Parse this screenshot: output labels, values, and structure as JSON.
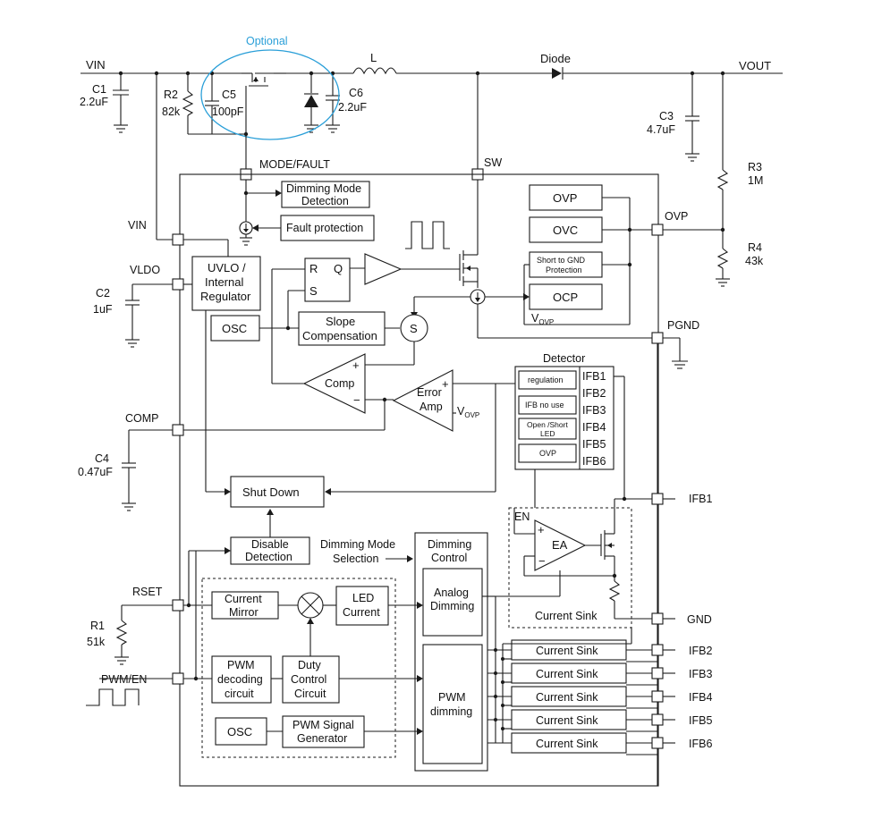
{
  "labels": {
    "optional": "Optional",
    "vin_top": "VIN",
    "c1": "C1",
    "c1_val": "2.2uF",
    "r2": "R2",
    "r2_val": "82k",
    "c5": "C5",
    "c5_val": "100pF",
    "c6": "C6",
    "c6_val": "2.2uF",
    "inductor": "L",
    "diode": "Diode",
    "vout": "VOUT",
    "c3": "C3",
    "c3_val": "4.7uF",
    "r3": "R3",
    "r3_val": "1M",
    "r4": "R4",
    "r4_val": "43k",
    "mode_fault": "MODE/FAULT",
    "sw": "SW",
    "dimming_mode_detection_1": "Dimming Mode",
    "dimming_mode_detection_2": "Detection",
    "fault_protection": "Fault protection",
    "vin_pin": "VIN",
    "vldo": "VLDO",
    "c2": "C2",
    "c2_val": "1uF",
    "uvlo_1": "UVLO /",
    "uvlo_2": "Internal",
    "uvlo_3": "Regulator",
    "ff_r": "R",
    "ff_s": "S",
    "ff_q": "Q",
    "osc_top": "OSC",
    "slope_1": "Slope",
    "slope_2": "Compensation",
    "sum_s": "S",
    "ovp_block": "OVP",
    "ovc_block": "OVC",
    "short_gnd_1": "Short to GND",
    "short_gnd_2": "Protection",
    "ocp_block": "OCP",
    "vovp_main": "V",
    "vovp_sub": "OVP",
    "ovp_pin": "OVP",
    "pgnd": "PGND",
    "comp_amp": "Comp",
    "error_amp_1": "Error",
    "error_amp_2": "Amp",
    "vovp2_main": "V",
    "vovp2_sub": "OVP",
    "detector": "Detector",
    "det_regulation": "regulation",
    "det_ifb_no_use": "IFB no use",
    "det_open_short_1": "Open /Short",
    "det_open_short_2": "LED",
    "det_ovp": "OVP",
    "det_ifb1": "IFB1",
    "det_ifb2": "IFB2",
    "det_ifb3": "IFB3",
    "det_ifb4": "IFB4",
    "det_ifb5": "IFB5",
    "det_ifb6": "IFB6",
    "comp_pin": "COMP",
    "c4": "C4",
    "c4_val": "0.47uF",
    "shut_down": "Shut Down",
    "ifb1_pin": "IFB1",
    "en": "EN",
    "ea": "EA",
    "disable_1": "Disable",
    "disable_2": "Detection",
    "dim_mode_sel_1": "Dimming Mode",
    "dim_mode_sel_2": "Selection",
    "dimming_control_1": "Dimming",
    "dimming_control_2": "Control",
    "analog_1": "Analog",
    "analog_2": "Dimming",
    "current_sink_main": "Current Sink",
    "gnd_pin": "GND",
    "rset": "RSET",
    "r1": "R1",
    "r1_val": "51k",
    "current_mirror_1": "Current",
    "current_mirror_2": "Mirror",
    "led_current_1": "LED",
    "led_current_2": "Current",
    "pwm_en": "PWM/EN",
    "pwm_dec_1": "PWM",
    "pwm_dec_2": "decoding",
    "pwm_dec_3": "circuit",
    "duty_1": "Duty",
    "duty_2": "Control",
    "duty_3": "Circuit",
    "pwm_dimming_1": "PWM",
    "pwm_dimming_2": "dimming",
    "osc_bottom": "OSC",
    "pwm_gen_1": "PWM Signal",
    "pwm_gen_2": "Generator",
    "sink_ifb2": "Current Sink",
    "sink_ifb3": "Current Sink",
    "sink_ifb4": "Current Sink",
    "sink_ifb5": "Current Sink",
    "sink_ifb6": "Current Sink",
    "ifb2_pin": "IFB2",
    "ifb3_pin": "IFB3",
    "ifb4_pin": "IFB4",
    "ifb5_pin": "IFB5",
    "ifb6_pin": "IFB6"
  },
  "colors": {
    "optional_accent": "#2a9fd8",
    "line": "#1a1a1a",
    "background": "#ffffff"
  }
}
